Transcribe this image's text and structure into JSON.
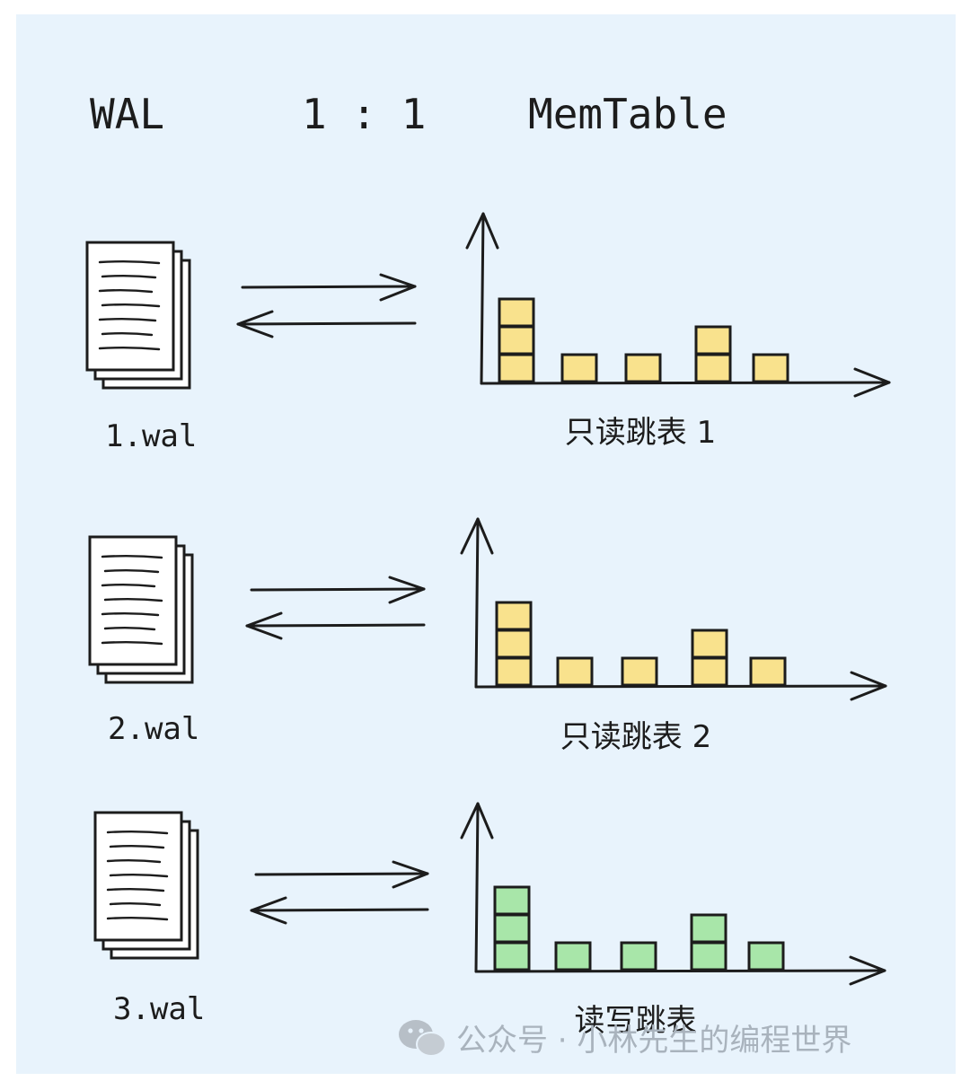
{
  "header": {
    "left": "WAL",
    "ratio": "1 : 1",
    "right": "MemTable"
  },
  "rows": [
    {
      "file_label": "1.wal",
      "table_label": "只读跳表 1",
      "block_color": "#f9e28d",
      "columns": [
        3,
        1,
        1,
        2,
        1
      ]
    },
    {
      "file_label": "2.wal",
      "table_label": "只读跳表 2",
      "block_color": "#f9e28d",
      "columns": [
        3,
        1,
        1,
        2,
        1
      ]
    },
    {
      "file_label": "3.wal",
      "table_label": "读写跳表",
      "block_color": "#a8e6a9",
      "columns": [
        3,
        1,
        1,
        2,
        1
      ]
    }
  ],
  "watermark": {
    "icon": "wechat-icon",
    "text": "公众号 · 小林先生的编程世界"
  },
  "colors": {
    "background": "#e8f3fc",
    "ink": "#1c1c1c"
  }
}
